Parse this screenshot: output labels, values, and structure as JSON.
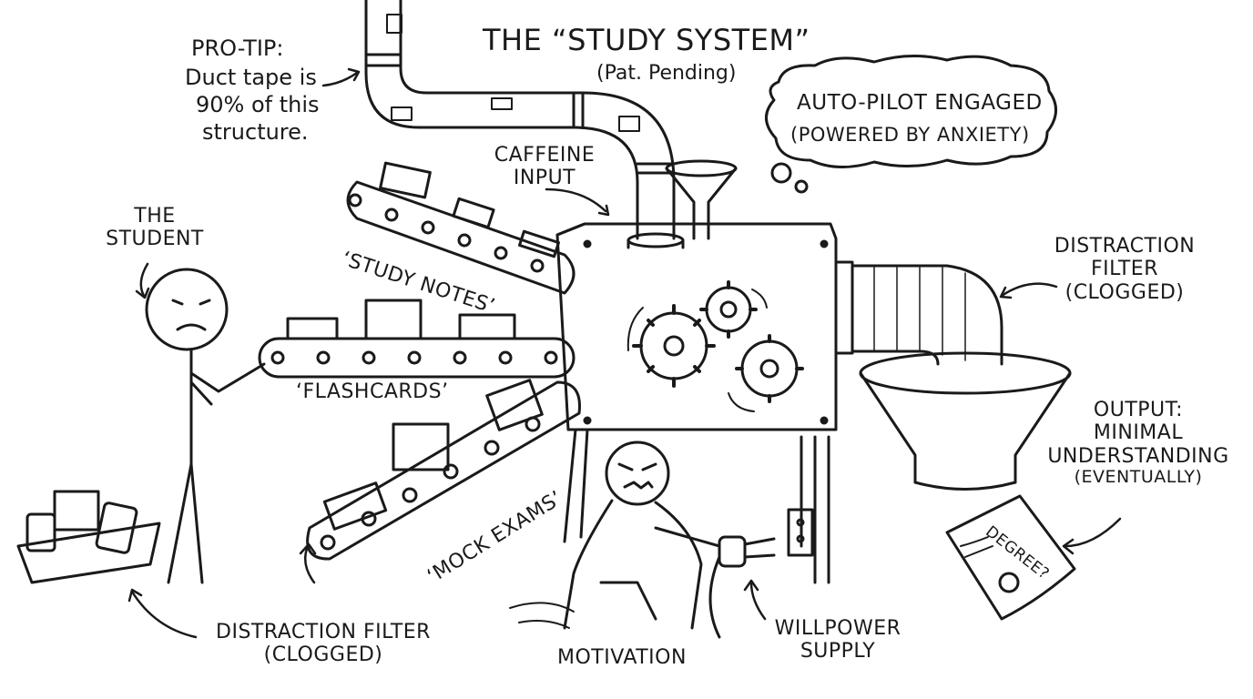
{
  "title": {
    "main": "THE “STUDY SYSTEM”",
    "sub": "(Pat. Pending)"
  },
  "pro_tip": {
    "heading": "PRO-TIP:",
    "lines": [
      "Duct tape is",
      "90% of this",
      "structure."
    ]
  },
  "thought_bubble": {
    "line1": "AUTO-PILOT ENGAGED",
    "line2": "(POWERED BY ANXIETY)"
  },
  "labels": {
    "caffeine": [
      "CAFFEINE",
      "INPUT"
    ],
    "student": [
      "THE",
      "STUDENT"
    ],
    "study_notes": "‘STUDY NOTES’",
    "flashcards": "‘FLASHCARDS’",
    "mock_exams": "‘MOCK EXAMS’",
    "distraction_right": [
      "DISTRACTION",
      "FILTER",
      "(CLOGGED)"
    ],
    "distraction_bottom": [
      "DISTRACTION FILTER",
      "(CLOGGED)"
    ],
    "output": [
      "OUTPUT:",
      "MINIMAL",
      "UNDERSTANDING",
      "(EVENTUALLY)"
    ],
    "motivation": "MOTIVATION",
    "willpower": [
      "WILLPOWER",
      "SUPPLY"
    ],
    "degree": "DEGREE?"
  },
  "colors": {
    "ink": "#1a1a1a",
    "paper": "#ffffff"
  }
}
